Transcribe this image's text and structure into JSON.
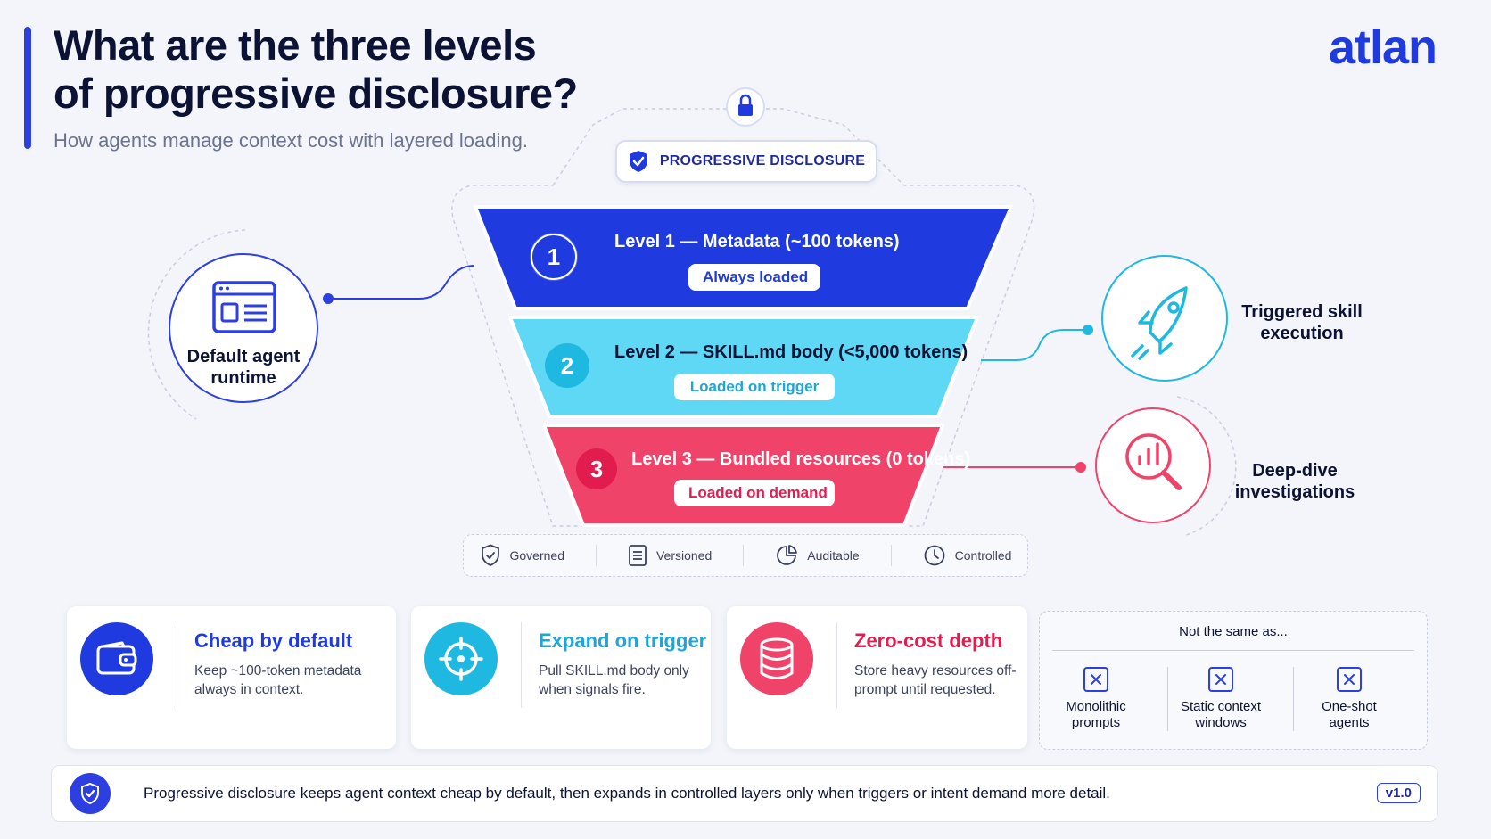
{
  "header": {
    "title_line1": "What are the three levels",
    "title_line2": "of progressive disclosure?",
    "subtitle": "How agents manage context cost with layered loading.",
    "logo": "atlan"
  },
  "badge": {
    "label": "PROGRESSIVE DISCLOSURE",
    "icon": "shield-check-icon",
    "top_icon": "lock-icon"
  },
  "levels": [
    {
      "number": "1",
      "title": "Level 1 — Metadata (~100 tokens)",
      "status": "Always loaded",
      "color": "#1f3be0"
    },
    {
      "number": "2",
      "title": "Level 2 — SKILL.md body (<5,000 tokens)",
      "status": "Loaded on trigger",
      "color": "#5ed8f5"
    },
    {
      "number": "3",
      "title": "Level 3 — Bundled resources (0 tokens)",
      "status": "Loaded on demand",
      "color": "#f0436a"
    }
  ],
  "nodes": {
    "left": {
      "label_line1": "Default agent",
      "label_line2": "runtime",
      "icon": "browser-window-icon"
    },
    "right_top": {
      "label_line1": "Triggered skill",
      "label_line2": "execution",
      "icon": "rocket-icon"
    },
    "right_bottom": {
      "label_line1": "Deep-dive",
      "label_line2": "investigations",
      "icon": "chart-magnifier-icon"
    }
  },
  "features": [
    {
      "label": "Governed",
      "icon": "shield-check-icon"
    },
    {
      "label": "Versioned",
      "icon": "document-icon"
    },
    {
      "label": "Auditable",
      "icon": "pie-chart-icon"
    },
    {
      "label": "Controlled",
      "icon": "clock-icon"
    }
  ],
  "cards": [
    {
      "title": "Cheap by default",
      "line1": "Keep ~100-token metadata",
      "line2": "always in context.",
      "icon": "wallet-icon",
      "color": "#1f3be0"
    },
    {
      "title": "Expand on trigger",
      "line1": "Pull SKILL.md body only",
      "line2": "when signals fire.",
      "icon": "crosshair-icon",
      "color": "#1fb8e0"
    },
    {
      "title": "Zero-cost depth",
      "line1": "Store heavy resources off-",
      "line2": "prompt until requested.",
      "icon": "database-icon",
      "color": "#f0436a"
    }
  ],
  "not_same": {
    "heading": "Not the same as...",
    "items": [
      {
        "line1": "Monolithic",
        "line2": "prompts"
      },
      {
        "line1": "Static context",
        "line2": "windows"
      },
      {
        "line1": "One-shot",
        "line2": "agents"
      }
    ]
  },
  "footer": {
    "text": "Progressive disclosure keeps agent context cheap by default, then expands in controlled layers only when triggers or intent demand more detail.",
    "version": "v1.0"
  }
}
